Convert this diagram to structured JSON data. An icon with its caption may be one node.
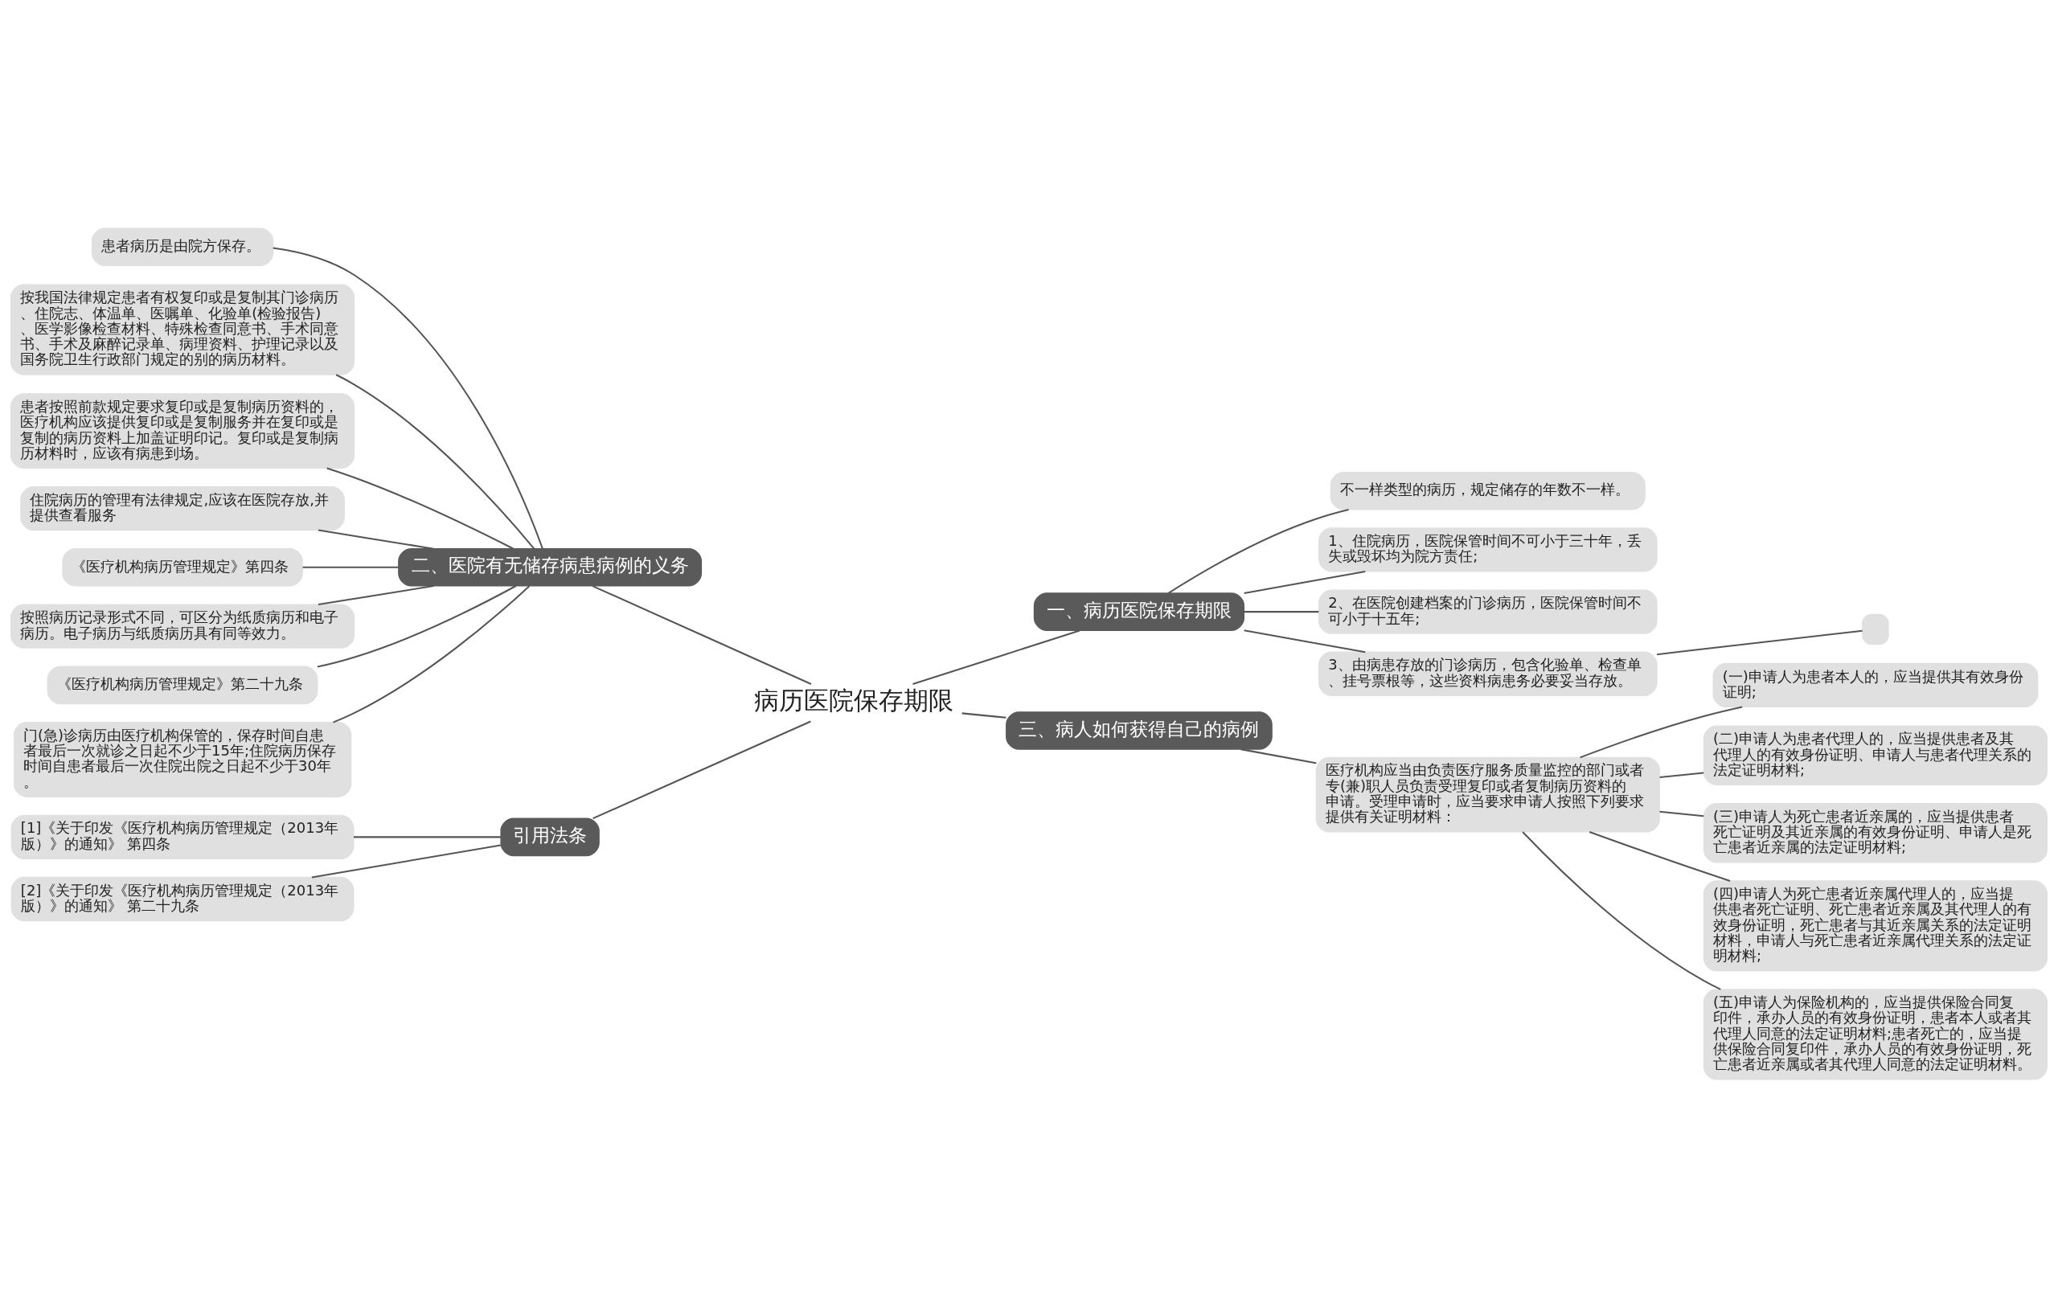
{
  "diagram": {
    "nodes": [
      {
        "text": [
          "病历医院保存期限"
        ]
      },
      {
        "text": [
          "一、病历医院保存期限"
        ]
      },
      {
        "text": [
          "不一样类型的病历，规定储存的年数不一样。"
        ]
      },
      {
        "text": [
          "1、住院病历，医院保管时间不可小于三十年，丢失或毁坏均为院方责任;"
        ]
      },
      {
        "text": [
          "2、在医院创建档案的门诊病历，医院保管时间不可小于十五年;"
        ]
      },
      {
        "text": [
          "3、由病患存放的门诊病历，包含化验单、检查单、挂号票根等，这些资料病患务必要妥当存放。"
        ]
      },
      {
        "text": [],
        "shape": "box"
      },
      {
        "text": [
          "三、病人如何获得自己的病例"
        ]
      },
      {
        "text": [
          "医疗机构应当由负责医疗服务质量监控的部门或者专(兼)职人员负责受理复印或者复制病历资料的申请。受理申请时，应当要求申请人按照下列要求提供有关证明材料："
        ]
      },
      {
        "text": [
          "(一)申请人为患者本人的，应当提供其有效身份证明;"
        ]
      },
      {
        "text": [
          "(二)申请人为患者代理人的，应当提供患者及其代理人的有效身份证明、申请人与患者代理关系的法定证明材料;"
        ]
      },
      {
        "text": [
          "(三)申请人为死亡患者近亲属的，应当提供患者死亡证明及其近亲属的有效身份证明、申请人是死亡患者近亲属的法定证明材料;"
        ]
      },
      {
        "text": [
          "(四)申请人为死亡患者近亲属代理人的，应当提供患者死亡证明、死亡患者近亲属及其代理人的有效身份证明，死亡患者与其近亲属关系的法定证明材料，申请人与死亡患者近亲属代理关系的法定证明材料;"
        ]
      },
      {
        "text": [
          "(五)申请人为保险机构的，应当提供保险合同复印件，承办人员的有效身份证明，患者本人或者其代理人同意的法定证明材料;患者死亡的，应当提供保险合同复印件，承办人员的有效身份证明，死亡患者近亲属或者其代理人同意的法定证明材料。"
        ]
      },
      {
        "text": [
          "二、医院有无储存病患病例的义务"
        ]
      },
      {
        "text": [
          "患者病历是由院方保存。"
        ]
      },
      {
        "text": [
          "按我国法律规定患者有权复印或是复制其门诊病历、住院志、体温单、医嘱单、化验单(检验报告)、医学影像检查材料、特殊检查同意书、手术同意书、手术及麻醉记录单、病理资料、护理记录以及国务院卫生行政部门规定的别的病历材料。"
        ]
      },
      {
        "text": [
          "患者按照前款规定要求复印或是复制病历资料的，医疗机构应该提供复印或是复制服务并在复印或是复制的病历资料上加盖证明印记。复印或是复制病历材料时，应该有病患到场。"
        ]
      },
      {
        "text": [
          "住院病历的管理有法律规定,应该在医院存放,并提供查看服务"
        ]
      },
      {
        "text": [
          "《医疗机构病历管理规定》第四条"
        ]
      },
      {
        "text": [
          "按照病历记录形式不同，可区分为纸质病历和电子病历。电子病历与纸质病历具有同等效力。"
        ]
      },
      {
        "text": [
          "《医疗机构病历管理规定》第二十九条"
        ]
      },
      {
        "text": [
          "门(急)诊病历由医疗机构保管的，保存时间自患者最后一次就诊之日起不少于15年;住院病历保存时间自患者最后一次住院出院之日起不少于30年。"
        ]
      },
      {
        "text": [
          "引用法条"
        ]
      },
      {
        "text": [
          "[1]《关于印发《医疗机构病历管理规定（2013年版）》的通知》 第四条"
        ]
      },
      {
        "text": [
          "[2]《关于印发《医疗机构病历管理规定（2013年版）》的通知》 第二十九条"
        ]
      }
    ],
    "edges": [
      {
        "from": 0,
        "to": 1,
        "arrow": "none"
      },
      {
        "from": 1,
        "to": 2,
        "arrow": "none"
      },
      {
        "from": 1,
        "to": 3,
        "arrow": "none"
      },
      {
        "from": 1,
        "to": 4,
        "arrow": "none"
      },
      {
        "from": 1,
        "to": 5,
        "arrow": "none"
      },
      {
        "from": 5,
        "to": 6,
        "arrow": "none"
      },
      {
        "from": 0,
        "to": 7,
        "arrow": "none"
      },
      {
        "from": 7,
        "to": 8,
        "arrow": "none"
      },
      {
        "from": 8,
        "to": 9,
        "arrow": "none"
      },
      {
        "from": 8,
        "to": 10,
        "arrow": "none"
      },
      {
        "from": 8,
        "to": 11,
        "arrow": "none"
      },
      {
        "from": 8,
        "to": 12,
        "arrow": "none"
      },
      {
        "from": 8,
        "to": 13,
        "arrow": "none"
      },
      {
        "from": 0,
        "to": 14,
        "arrow": "none"
      },
      {
        "from": 14,
        "to": 15,
        "arrow": "none"
      },
      {
        "from": 14,
        "to": 16,
        "arrow": "none"
      },
      {
        "from": 14,
        "to": 17,
        "arrow": "none"
      },
      {
        "from": 14,
        "to": 18,
        "arrow": "none"
      },
      {
        "from": 14,
        "to": 19,
        "arrow": "none"
      },
      {
        "from": 14,
        "to": 20,
        "arrow": "none"
      },
      {
        "from": 14,
        "to": 21,
        "arrow": "none"
      },
      {
        "from": 14,
        "to": 22,
        "arrow": "none"
      },
      {
        "from": 0,
        "to": 23,
        "arrow": "none"
      },
      {
        "from": 23,
        "to": 24,
        "arrow": "none"
      },
      {
        "from": 23,
        "to": 25,
        "arrow": "none"
      }
    ]
  }
}
